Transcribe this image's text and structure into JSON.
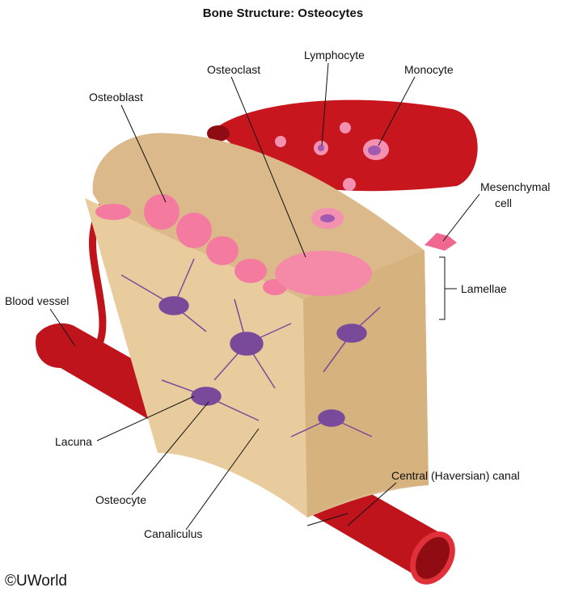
{
  "title": "Bone Structure: Osteocytes",
  "labels": {
    "osteoclast": "Osteoclast",
    "lymphocyte": "Lymphocyte",
    "monocyte": "Monocyte",
    "osteoblast": "Osteoblast",
    "mesenchymal_line1": "Mesenchymal",
    "mesenchymal_line2": "cell",
    "lamellae": "Lamellae",
    "blood_vessel": "Blood vessel",
    "lacuna": "Lacuna",
    "central_canal": "Central (Haversian) canal",
    "osteocyte": "Osteocyte",
    "canaliculus": "Canaliculus"
  },
  "copyright": "©UWorld",
  "colors": {
    "bone": "#dfbd8c",
    "vessel": "#c0141c",
    "cell_pink": "#f08aa8",
    "osteocyte": "#8a5aa8"
  }
}
